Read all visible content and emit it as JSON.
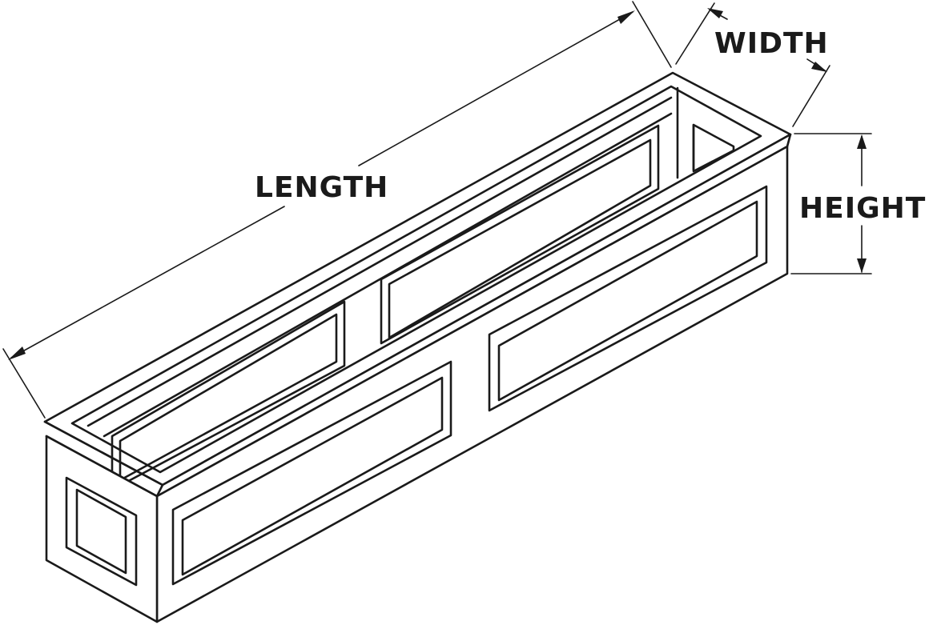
{
  "diagram": {
    "labels": {
      "length": "LENGTH",
      "width": "WIDTH",
      "height": "HEIGHT"
    },
    "line_color": "#1a1a1a",
    "background": "#ffffff"
  }
}
